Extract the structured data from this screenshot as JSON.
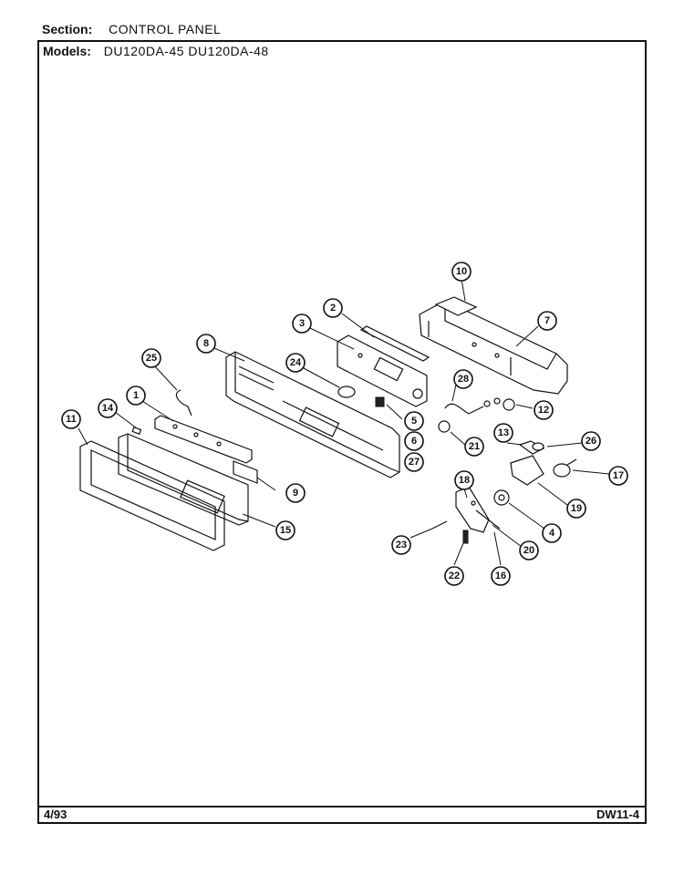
{
  "header": {
    "section_label": "Section:",
    "section_value": "CONTROL PANEL",
    "models_label": "Models:",
    "models_value": "DU120DA-45 DU120DA-48"
  },
  "footer": {
    "date": "4/93",
    "page_code": "DW11-4"
  },
  "callouts": [
    "1",
    "2",
    "3",
    "4",
    "5",
    "6",
    "7",
    "8",
    "9",
    "10",
    "11",
    "12",
    "13",
    "14",
    "15",
    "16",
    "17",
    "18",
    "19",
    "20",
    "21",
    "22",
    "23",
    "24",
    "25",
    "26",
    "27",
    "28"
  ]
}
